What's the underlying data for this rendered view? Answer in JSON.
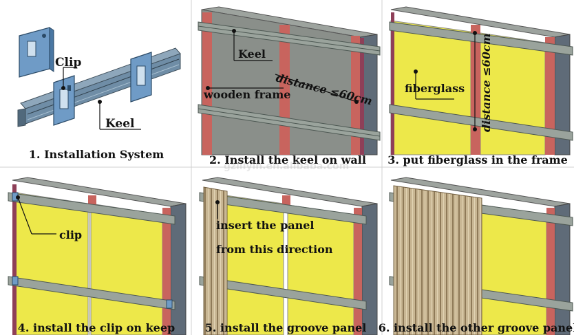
{
  "watermark": "gzlilyin.en.alibaba.com",
  "colors": {
    "wall": "#8a8f8a",
    "wall_dark": "#5f6b78",
    "wall_top": "#9da39e",
    "timber": "#c8645e",
    "timber_side": "#8e3f58",
    "keel": "#9aa39c",
    "keel_edge": "#4c5752",
    "fiberglass": "#ede84a",
    "panel": "#c9b794",
    "panel_line": "#8f7a58",
    "clip": "#6f9bc6"
  },
  "steps": [
    {
      "caption": "1. Installation System",
      "labels": {
        "clip": "Clip",
        "keel": "Keel"
      }
    },
    {
      "caption": "2. Install the keel on wall",
      "labels": {
        "keel": "Keel",
        "frame": "wooden frame",
        "distance": "distance ≤60cm"
      }
    },
    {
      "caption": "3. put fiberglass in the frame",
      "labels": {
        "fiberglass": "fiberglass",
        "distance": "distance ≤60cm"
      }
    },
    {
      "caption": "4. install the clip on keep",
      "labels": {
        "clip": "clip"
      }
    },
    {
      "caption": "5. install the groove panel",
      "labels": {
        "line1": "insert the panel",
        "line2": "from this direction"
      }
    },
    {
      "caption": "6. install the other groove panel",
      "labels": {}
    }
  ]
}
